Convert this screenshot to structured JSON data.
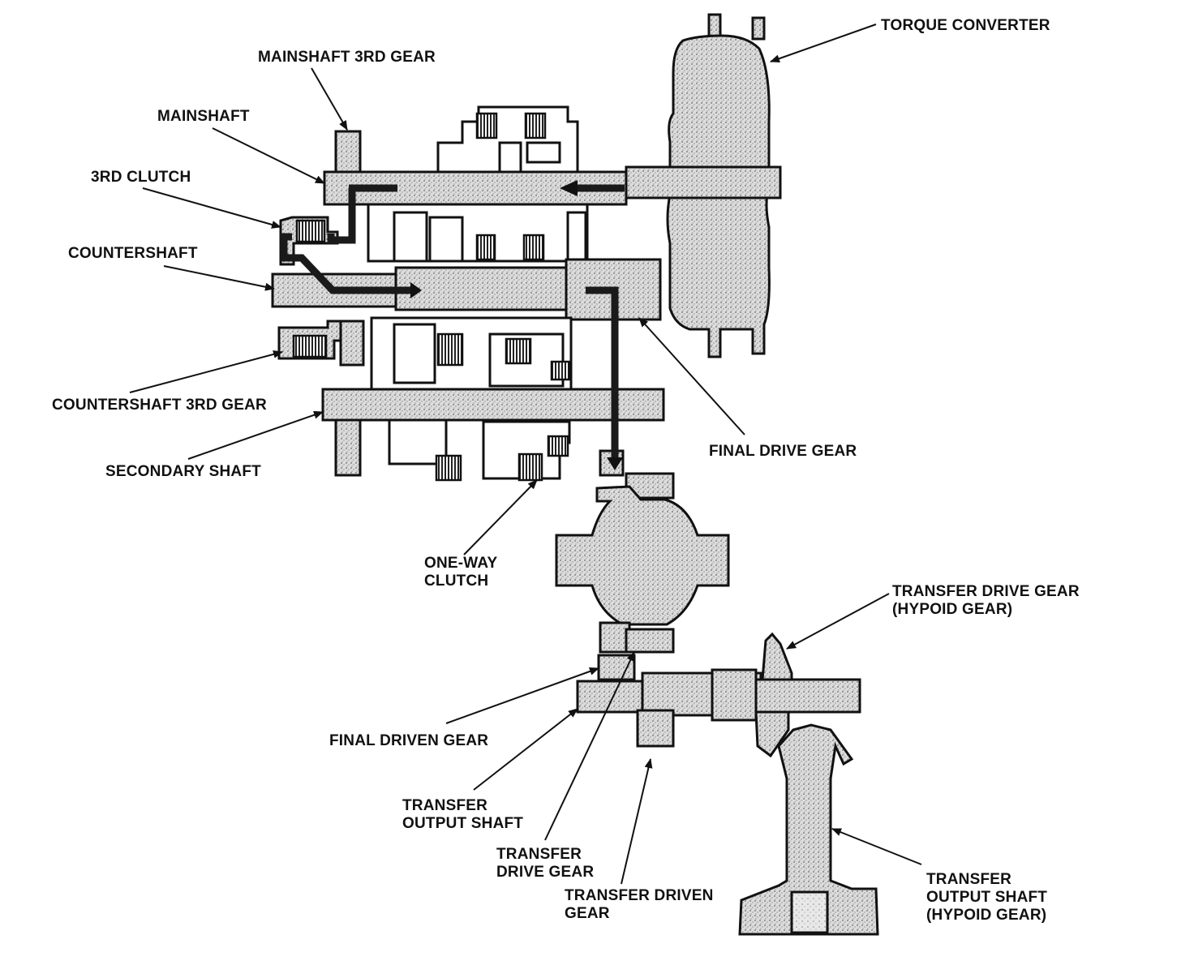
{
  "labels": {
    "torque_converter": "TORQUE CONVERTER",
    "mainshaft_3rd_gear": "MAINSHAFT 3RD GEAR",
    "mainshaft": "MAINSHAFT",
    "third_clutch": "3RD CLUTCH",
    "countershaft": "COUNTERSHAFT",
    "countershaft_3rd_gear": "COUNTERSHAFT 3RD GEAR",
    "secondary_shaft": "SECONDARY SHAFT",
    "final_drive_gear": "FINAL DRIVE GEAR",
    "one_way_clutch_line1": "ONE-WAY",
    "one_way_clutch_line2": "CLUTCH",
    "transfer_drive_gear_hypoid_line1": "TRANSFER DRIVE GEAR",
    "transfer_drive_gear_hypoid_line2": "(HYPOID GEAR)",
    "final_driven_gear": "FINAL DRIVEN GEAR",
    "transfer_output_shaft_line1": "TRANSFER",
    "transfer_output_shaft_line2": "OUTPUT SHAFT",
    "transfer_drive_gear_line1": "TRANSFER",
    "transfer_drive_gear_line2": "DRIVE GEAR",
    "transfer_driven_gear_line1": "TRANSFER DRIVEN",
    "transfer_driven_gear_line2": "GEAR",
    "transfer_output_shaft_hypoid_line1": "TRANSFER",
    "transfer_output_shaft_hypoid_line2": "OUTPUT SHAFT",
    "transfer_output_shaft_hypoid_line3": "(HYPOID GEAR)"
  }
}
